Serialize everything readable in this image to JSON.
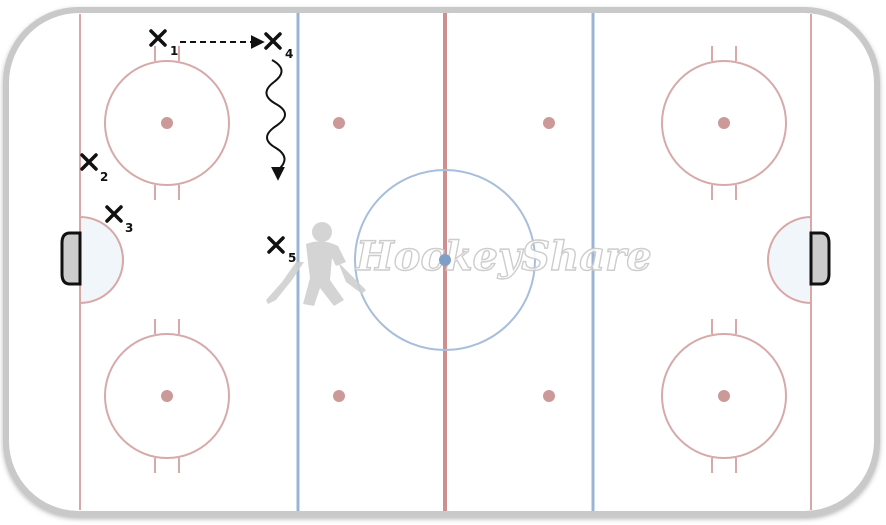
{
  "diagram": {
    "colors": {
      "board": "#c9c9c9",
      "ice": "#ffffff",
      "red_line": "#d8a7a7",
      "center_red": "#cf8f8f",
      "blue_line": "#9bb4d6",
      "circle_red": "#d6aaaa",
      "faceoff_dot": "#cc9999",
      "center_circle": "#a7bedd",
      "center_dot": "#7f9fc9",
      "goal_net": "#cccccc",
      "marker": "#111111",
      "watermark": "#cfcfcf"
    },
    "watermark": {
      "text": "HockeyShare",
      "icon": "hockey-player-icon"
    },
    "players": [
      {
        "id": "player-1",
        "label": "1",
        "icon": "x-marker-icon"
      },
      {
        "id": "player-2",
        "label": "2",
        "icon": "x-marker-icon"
      },
      {
        "id": "player-3",
        "label": "3",
        "icon": "x-marker-icon"
      },
      {
        "id": "player-4",
        "label": "4",
        "icon": "x-marker-icon"
      },
      {
        "id": "player-5",
        "label": "5",
        "icon": "x-marker-icon"
      }
    ],
    "arrows": [
      {
        "from": "1",
        "to": "4",
        "style": "dashed-pass"
      },
      {
        "from": "4",
        "style": "wavy-skate"
      }
    ]
  }
}
